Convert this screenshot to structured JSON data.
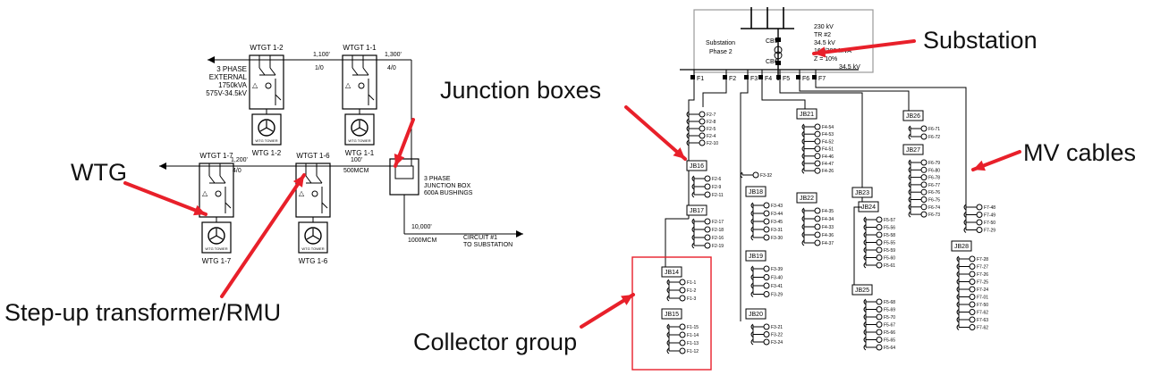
{
  "callouts": {
    "substation": "Substation",
    "junction_boxes": "Junction boxes",
    "mv_cables": "MV cables",
    "wtg": "WTG",
    "step_up": "Step-up transformer/RMU",
    "collector_group": "Collector group"
  },
  "colors": {
    "callout_arrow": "#e8202a",
    "line": "#000000",
    "box_border": "#999999"
  },
  "left_schematic": {
    "units": [
      {
        "id": "wtgt12",
        "title": "WTGT 1-2",
        "tower": "WTG TOWER",
        "label": "WTG 1-2"
      },
      {
        "id": "wtgt11",
        "title": "WTGT 1-1",
        "tower": "WTG TOWER",
        "label": "WTG 1-1"
      },
      {
        "id": "wtgt17",
        "title": "WTGT 1-7",
        "tower": "WTG TOWER",
        "label": "WTG 1-7"
      },
      {
        "id": "wtgt16",
        "title": "WTGT 1-6",
        "tower": "WTG TOWER",
        "label": "WTG 1-6"
      }
    ],
    "transformer_note": [
      "3 PHASE",
      "EXTERNAL",
      "1750kVA",
      "575V-34.5kV"
    ],
    "cables": {
      "top_len_1": "1,100'",
      "top_size_1": "1/0",
      "top_len_2": "1,300'",
      "top_size_2": "4/0",
      "bot_len_1": "1,200'",
      "bot_size_1": "4/0",
      "bot_len_2": "100'",
      "bot_size_2": "500MCM",
      "circuit_len": "10,000'",
      "circuit_size": "1000MCM"
    },
    "junction_note": [
      "3 PHASE",
      "JUNCTION BOX",
      "600A BUSHINGS"
    ],
    "circuit_note": [
      "CIRCUIT #1",
      "TO SUBSTATION"
    ]
  },
  "substation": {
    "name": [
      "Substation",
      "Phase 2"
    ],
    "voltage_high": "230 kV",
    "transformer": "TR #2",
    "specs": [
      "34.5 kV",
      "160/200 MVA",
      "Z = 10%"
    ],
    "voltage_low": "34.5 kV",
    "breakers": [
      "CB5",
      "CB6"
    ],
    "feeders": [
      "F1",
      "F2",
      "F3",
      "F4",
      "F5",
      "F6",
      "F7"
    ]
  },
  "junction_boxes": [
    "JB14",
    "JB15",
    "JB16",
    "JB17",
    "JB18",
    "JB19",
    "JB20",
    "JB21",
    "JB22",
    "JB23",
    "JB24",
    "JB25",
    "JB26",
    "JB27",
    "JB28"
  ],
  "turbine_groups": {
    "F2_top": [
      "F2-7",
      "F2-8",
      "F2-5",
      "F2-4",
      "F2-10"
    ],
    "JB16": [
      "F2-6",
      "F2-9",
      "F2-11"
    ],
    "JB17": [
      "F2-17",
      "F2-18",
      "F2-16",
      "F2-19"
    ],
    "JB14": [
      "F1-1",
      "F1-2",
      "F1-3"
    ],
    "JB15": [
      "F1-15",
      "F1-14",
      "F1-13",
      "F1-12"
    ],
    "F3_top": [
      "F3-32"
    ],
    "JB18": [
      "F3-43",
      "F3-44",
      "F3-45",
      "F3-31",
      "F3-30"
    ],
    "JB19": [
      "F3-39",
      "F3-40",
      "F3-41",
      "F3-29"
    ],
    "JB20": [
      "F3-21",
      "F3-22",
      "F3-24"
    ],
    "JB21": [
      "F4-54",
      "F4-53",
      "F4-52",
      "F4-51",
      "F4-46",
      "F4-47",
      "F4-26"
    ],
    "JB22": [
      "F4-35",
      "F4-34",
      "F4-33",
      "F4-36",
      "F4-37"
    ],
    "JB24": [
      "F5-57",
      "F5-56",
      "F5-58",
      "F5-55",
      "F5-59",
      "F5-60",
      "F5-61"
    ],
    "JB25": [
      "F5-68",
      "F5-69",
      "F5-70",
      "F5-67",
      "F5-66",
      "F5-65",
      "F5-64"
    ],
    "JB26": [
      "F6-71",
      "F6-72"
    ],
    "JB27": [
      "F6-79",
      "F6-80",
      "F6-78",
      "F6-77",
      "F6-76",
      "F6-75",
      "F6-74",
      "F6-73"
    ],
    "F7_top": [
      "F7-48",
      "F7-49",
      "F7-50",
      "F7-29"
    ],
    "JB28": [
      "F7-28",
      "F7-27",
      "F7-26",
      "F7-25",
      "F7-24",
      "F7-01",
      "F7-50",
      "F7-62",
      "F7-63",
      "F7-62"
    ]
  }
}
